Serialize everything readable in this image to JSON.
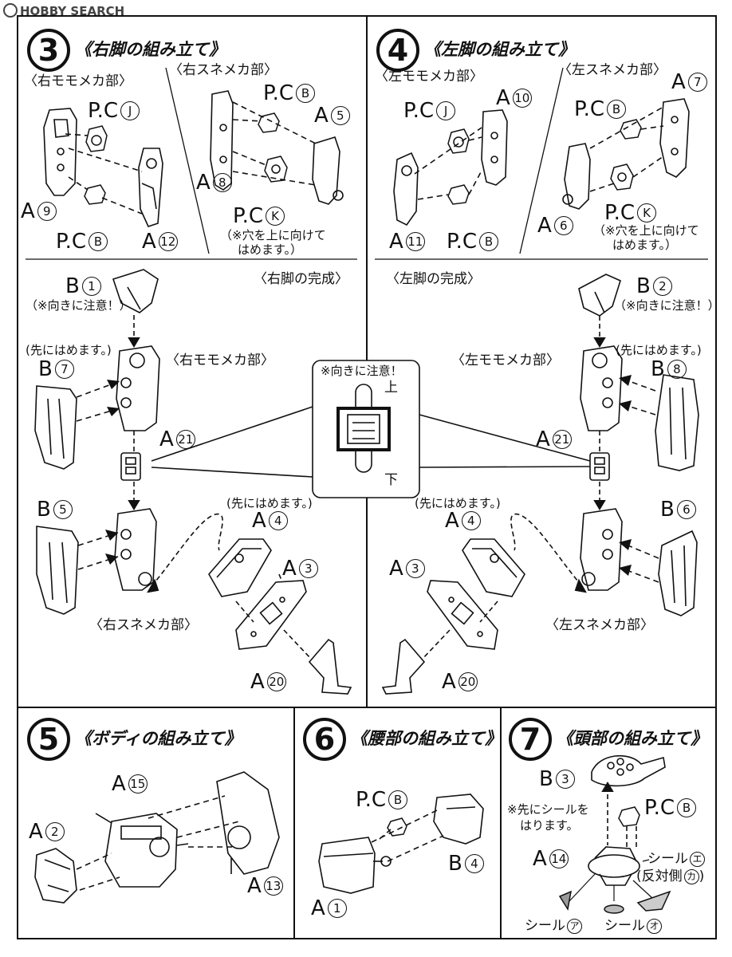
{
  "watermark": "HOBBY SEARCH",
  "sections": {
    "s3": {
      "number": "3",
      "title": "《右脚の組み立て》"
    },
    "s4": {
      "number": "4",
      "title": "《左脚の組み立て》"
    },
    "s5": {
      "number": "5",
      "title": "《ボディの組み立て》"
    },
    "s6": {
      "number": "6",
      "title": "《腰部の組み立て》"
    },
    "s7": {
      "number": "7",
      "title": "《頭部の組み立て》"
    }
  },
  "sub": {
    "r_thigh": "〈右モモメカ部〉",
    "r_shin": "〈右スネメカ部〉",
    "l_thigh": "〈左モモメカ部〉",
    "l_shin": "〈左スネメカ部〉",
    "r_done": "〈右脚の完成〉",
    "l_done": "〈左脚の完成〉",
    "r_thigh2": "〈右モモメカ部〉",
    "r_shin2": "〈右スネメカ部〉",
    "l_thigh2": "〈左モモメカ部〉",
    "l_shin2": "〈左スネメカ部〉"
  },
  "notes": {
    "hole_up_1": "（※穴を上に向けて",
    "hole_up_2": "はめます。）",
    "orient": "（※向きに注意！）",
    "first": "(先にはめます。)",
    "callout": "※向きに注意！",
    "up": "上",
    "down": "下",
    "seal_first_1": "※先にシールを",
    "seal_first_2": "はります。",
    "opposite": "(反対側"
  },
  "parts": {
    "pc": "P.C",
    "a": "A",
    "b": "B",
    "seal": "シール"
  },
  "marks": {
    "J": "J",
    "B": "B",
    "K": "K",
    "n1": "1",
    "n2": "2",
    "n3": "3",
    "n4": "4",
    "n5": "5",
    "n6": "6",
    "n7": "7",
    "n8": "8",
    "n9": "9",
    "n10": "10",
    "n11": "11",
    "n12": "12",
    "n13": "13",
    "n14": "14",
    "n15": "15",
    "n20": "20",
    "n21": "21",
    "e": "エ",
    "ka": "カ",
    "a": "ア",
    "o": "オ"
  }
}
